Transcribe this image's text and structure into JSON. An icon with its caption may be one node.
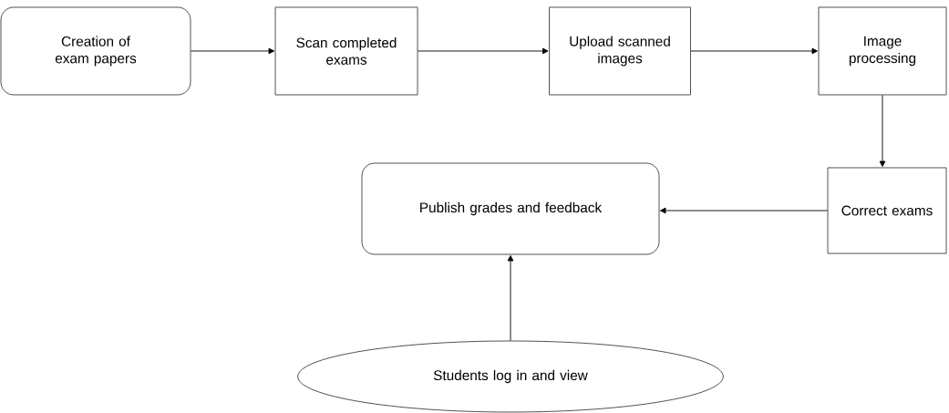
{
  "diagram": {
    "nodes": [
      {
        "text": [
          "Creation of exam papers"
        ]
      },
      {
        "text": [
          "Scan completed exams"
        ]
      },
      {
        "text": [
          "Upload scanned images"
        ]
      },
      {
        "text": [
          "Image processing"
        ]
      },
      {
        "text": [
          "Publish grades and feedback"
        ]
      },
      {
        "text": [
          "Correct exams"
        ]
      },
      {
        "text": [
          "Students log in and view"
        ]
      }
    ],
    "edges": [
      {
        "from": 0,
        "to": 1,
        "arrow": "to"
      },
      {
        "from": 1,
        "to": 2,
        "arrow": "to"
      },
      {
        "from": 2,
        "to": 3,
        "arrow": "to"
      },
      {
        "from": 3,
        "to": 5,
        "arrow": "to"
      },
      {
        "from": 5,
        "to": 4,
        "arrow": "to"
      },
      {
        "from": 6,
        "to": 4,
        "arrow": "to"
      }
    ]
  }
}
